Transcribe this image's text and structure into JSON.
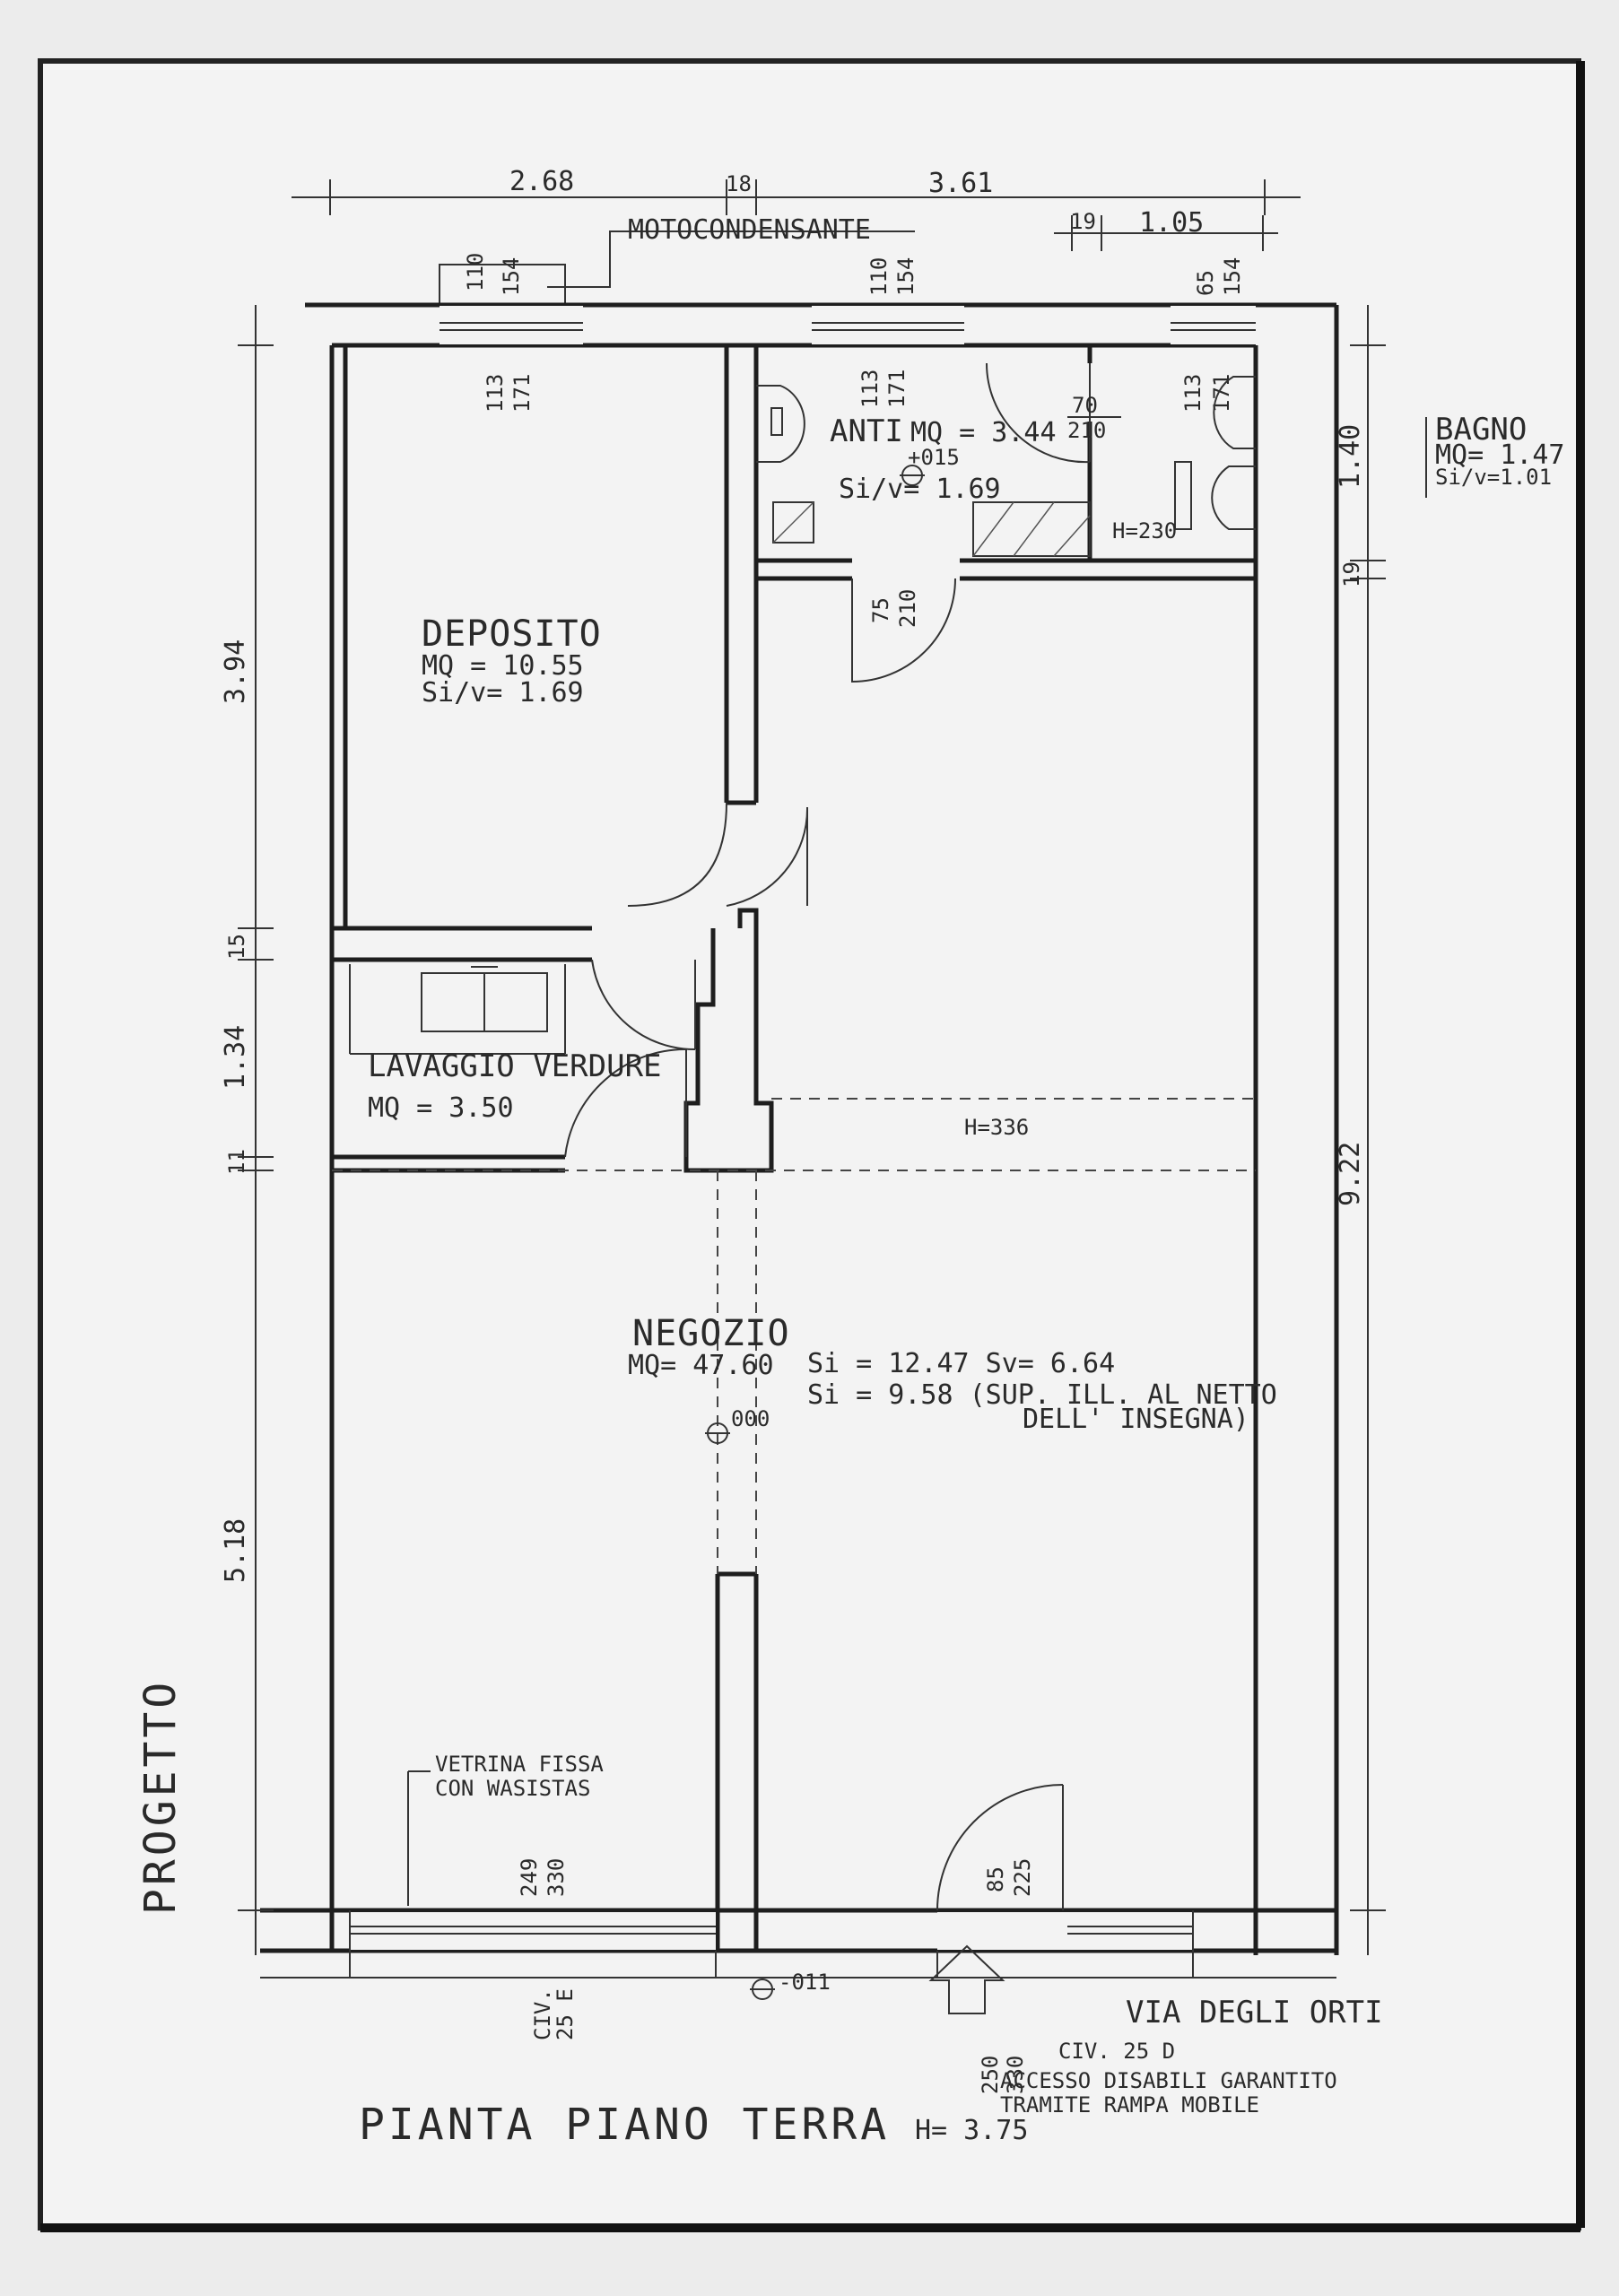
{
  "dims_top": {
    "a": "2.68",
    "b": "18",
    "c": "3.61",
    "d": "19",
    "e": "1.05"
  },
  "moto_label": "MOTOCONDENSANTE",
  "windows": {
    "w1_top": "110",
    "w1_bot": "154",
    "w2_top": "110",
    "w2_bot": "154",
    "w3_top": "65",
    "w3_bot": "154",
    "sill1_top": "113",
    "sill1_bot": "171",
    "sill2_top": "113",
    "sill2_bot": "171",
    "sill3_top": "113",
    "sill3_bot": "171"
  },
  "rooms": {
    "deposito": {
      "name": "DEPOSITO",
      "mq": "MQ =  10.55",
      "si": "Si/v=   1.69"
    },
    "anti": {
      "name": "ANTI",
      "mq": "MQ = 3.44",
      "si": "Si/v= 1.69"
    },
    "bagno": {
      "name": "BAGNO",
      "mq": "MQ= 1.47",
      "si": "Si/v=1.01"
    },
    "lavaggio": {
      "name": "LAVAGGIO VERDURE",
      "mq": "MQ =  3.50"
    },
    "negozio": {
      "name": "NEGOZIO",
      "mq": "MQ= 47.60",
      "si_line1": "Si = 12.47  Sv= 6.64",
      "si_line2": "Si = 9.58 (SUP. ILL. AL NETTO",
      "si_line3": "DELL' INSEGNA)"
    }
  },
  "levels": {
    "anti_plus": "+015",
    "negozio_zero": "000",
    "ext_minus": "-011"
  },
  "doors": {
    "bagno_top": "70",
    "bagno_bot": "210",
    "anti_top": "75",
    "anti_bot": "210",
    "entry_top": "85",
    "entry_bot": "225",
    "h230": "H=230"
  },
  "dims_left": {
    "a": "3.94",
    "b": "15",
    "c": "1.34",
    "d": "11",
    "e": "5.18"
  },
  "dims_right": {
    "a": "1.40",
    "b": "19",
    "c": "9.22"
  },
  "h336": "H=336",
  "vetrina": {
    "line1": "VETRINA FISSA",
    "line2": "CON WASISTAS"
  },
  "vetrina_dims": {
    "top": "249",
    "bot": "330"
  },
  "entry_dims": {
    "top": "250",
    "bot": "330"
  },
  "civ_left": {
    "line1": "CIV.",
    "line2": "25 E"
  },
  "street": "VIA DEGLI ORTI",
  "civ_right": "CIV. 25 D",
  "access": {
    "line1": "ACCESSO DISABILI GARANTITO",
    "line2": "TRAMITE RAMPA MOBILE"
  },
  "title": "PIANTA PIANO TERRA",
  "height": "H= 3.75",
  "side_label": "PROGETTO"
}
